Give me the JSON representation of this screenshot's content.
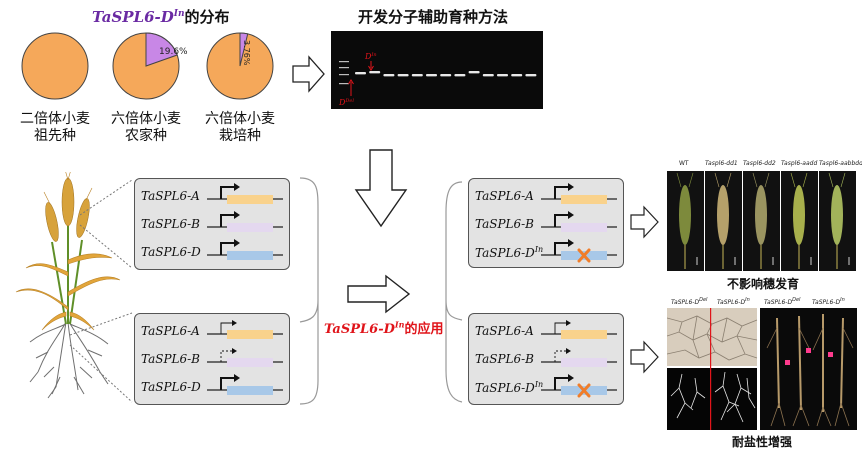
{
  "header": {
    "dist_gene": "TaSPL6-D",
    "dist_gene_sup": "In",
    "dist_suffix": "的分布",
    "marker_title": "开发分子辅助育种方法"
  },
  "pies": [
    {
      "line1": "二倍体小麦",
      "line2": "祖先种",
      "percent": 0,
      "label": ""
    },
    {
      "line1": "六倍体小麦",
      "line2": "农家种",
      "percent": 19.6,
      "label": "19.6%"
    },
    {
      "line1": "六倍体小麦",
      "line2": "栽培种",
      "percent": 3.76,
      "label": "3.76%"
    }
  ],
  "gel": {
    "upper_label": "D",
    "upper_sup": "In",
    "lower_label": "D",
    "lower_sup": "Del"
  },
  "left_top_genes": [
    {
      "name": "TaSPL6-A",
      "sup": ""
    },
    {
      "name": "TaSPL6-B",
      "sup": ""
    },
    {
      "name": "TaSPL6-D",
      "sup": ""
    }
  ],
  "left_bottom_genes": [
    {
      "name": "TaSPL6-A",
      "sup": ""
    },
    {
      "name": "TaSPL6-B",
      "sup": ""
    },
    {
      "name": "TaSPL6-D",
      "sup": ""
    }
  ],
  "right_top_genes": [
    {
      "name": "TaSPL6-A",
      "sup": ""
    },
    {
      "name": "TaSPL6-B",
      "sup": ""
    },
    {
      "name": "TaSPL6-D",
      "sup": "In"
    }
  ],
  "right_bottom_genes": [
    {
      "name": "TaSPL6-A",
      "sup": ""
    },
    {
      "name": "TaSPL6-B",
      "sup": ""
    },
    {
      "name": "TaSPL6-D",
      "sup": "In"
    }
  ],
  "application": {
    "gene": "TaSPL6-D",
    "sup": "In",
    "suffix": "的应用"
  },
  "spike_panel": {
    "labels": [
      "WT",
      "Taspl6-dd1",
      "Taspl6-dd2",
      "Taspl6-aadd",
      "Taspl6-aabbdd"
    ],
    "caption": "不影响穗发育"
  },
  "salt_panel": {
    "labels": [
      {
        "t": "TaSPL6-D",
        "s": "Del"
      },
      {
        "t": "TaSPL6-D",
        "s": "In"
      },
      {
        "t": "TaSPL6-D",
        "s": "Del"
      },
      {
        "t": "TaSPL6-D",
        "s": "In"
      }
    ],
    "caption": "耐盐性增强"
  },
  "colors": {
    "pie_main": "#f5a85a",
    "pie_slice": "#c887e6",
    "gene_a": "#f9d28c",
    "gene_b": "#e4d8ef",
    "gene_d": "#a8c8e8",
    "mutation": "#f07d2a",
    "highlight": "#e0141a",
    "title_purple": "#6a2aa3"
  }
}
